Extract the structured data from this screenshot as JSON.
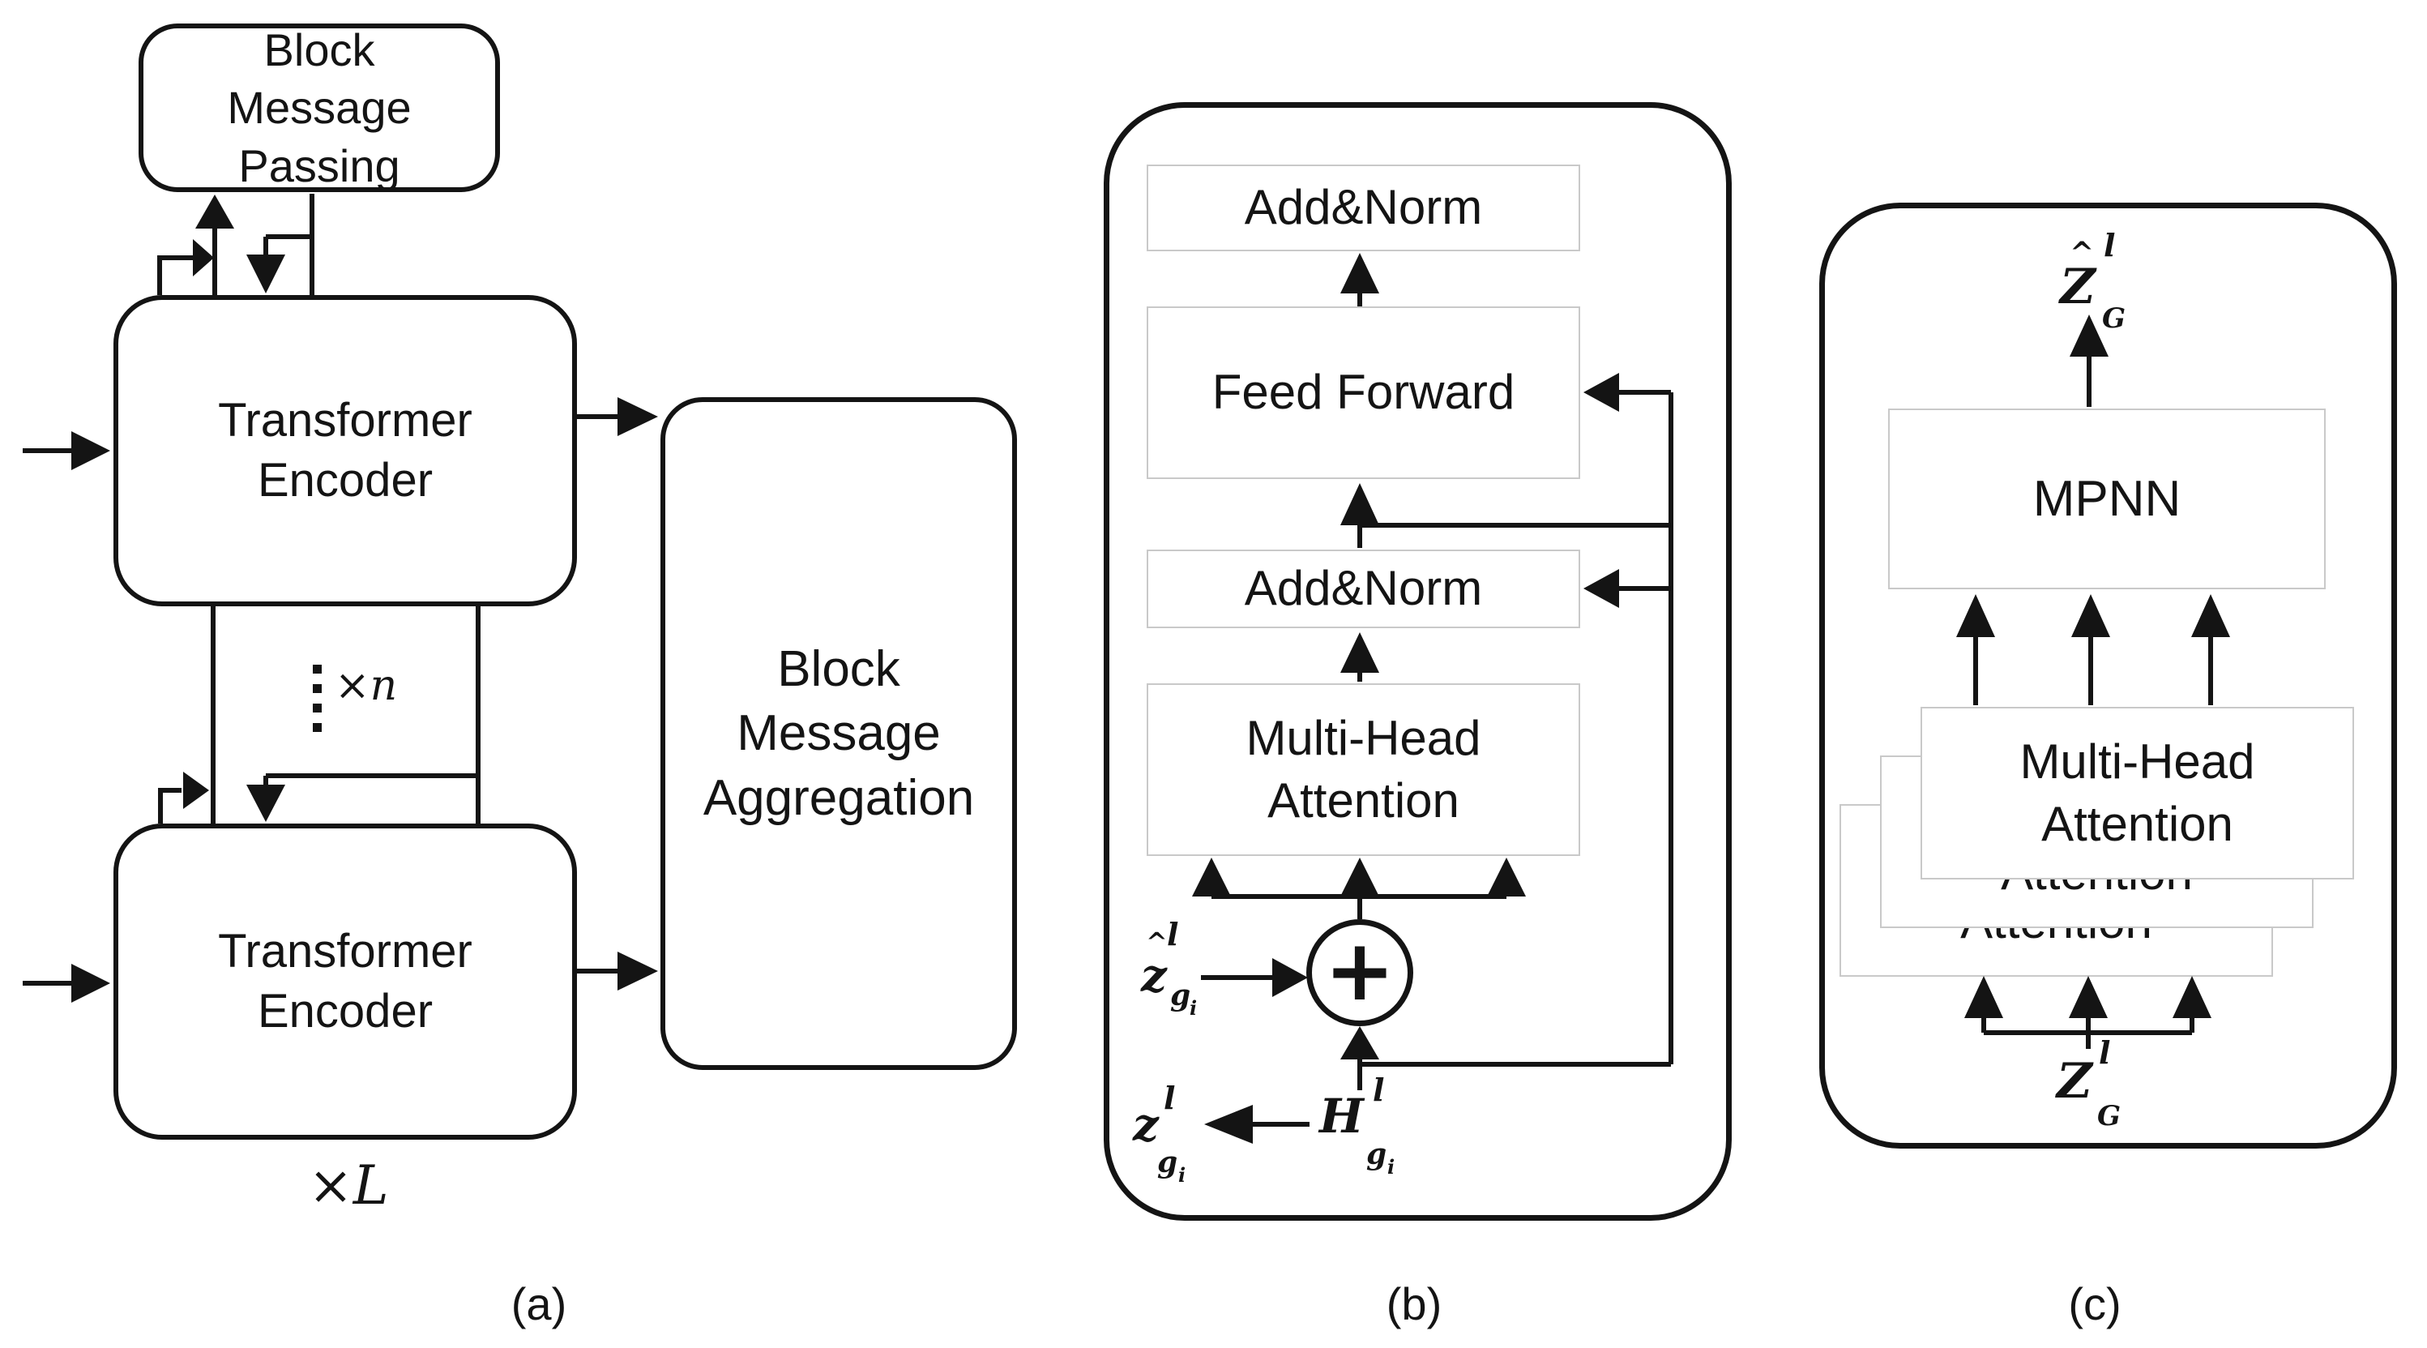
{
  "colors": {
    "ink": "#141414",
    "inner_box_border": "#c9c9c9",
    "background": "#ffffff"
  },
  "panel_a": {
    "caption": "(a)",
    "block_message_passing": "Block Message Passing",
    "transformer_encoder_top": "Transformer Encoder",
    "transformer_encoder_bottom": "Transformer Encoder",
    "block_message_aggregation": "Block Message Aggregation",
    "inner_repeat": "×n",
    "outer_repeat": "×L"
  },
  "panel_b": {
    "caption": "(b)",
    "add_norm_top": "Add&Norm",
    "feed_forward": "Feed Forward",
    "add_norm_mid": "Add&Norm",
    "multi_head_attention": "Multi-Head Attention",
    "plus_symbol": "+",
    "labels": {
      "z_hat_in": {
        "hat": "^",
        "main": "z",
        "sup": "l",
        "sub": "g",
        "subsub": "i"
      },
      "z_out": {
        "main": "z",
        "sup": "l",
        "sub": "g",
        "subsub": "i"
      },
      "h_in": {
        "main": "H",
        "sup": "l",
        "sub": "g",
        "subsub": "i"
      }
    }
  },
  "panel_c": {
    "caption": "(c)",
    "mpnn": "MPNN",
    "multi_head_attention": "Multi-Head Attention",
    "labels": {
      "z_hat_out": {
        "hat": "^",
        "main": "Z",
        "sup": "l",
        "sub": "G"
      },
      "z_in": {
        "main": "Z",
        "sup": "l",
        "sub": "G"
      }
    }
  }
}
